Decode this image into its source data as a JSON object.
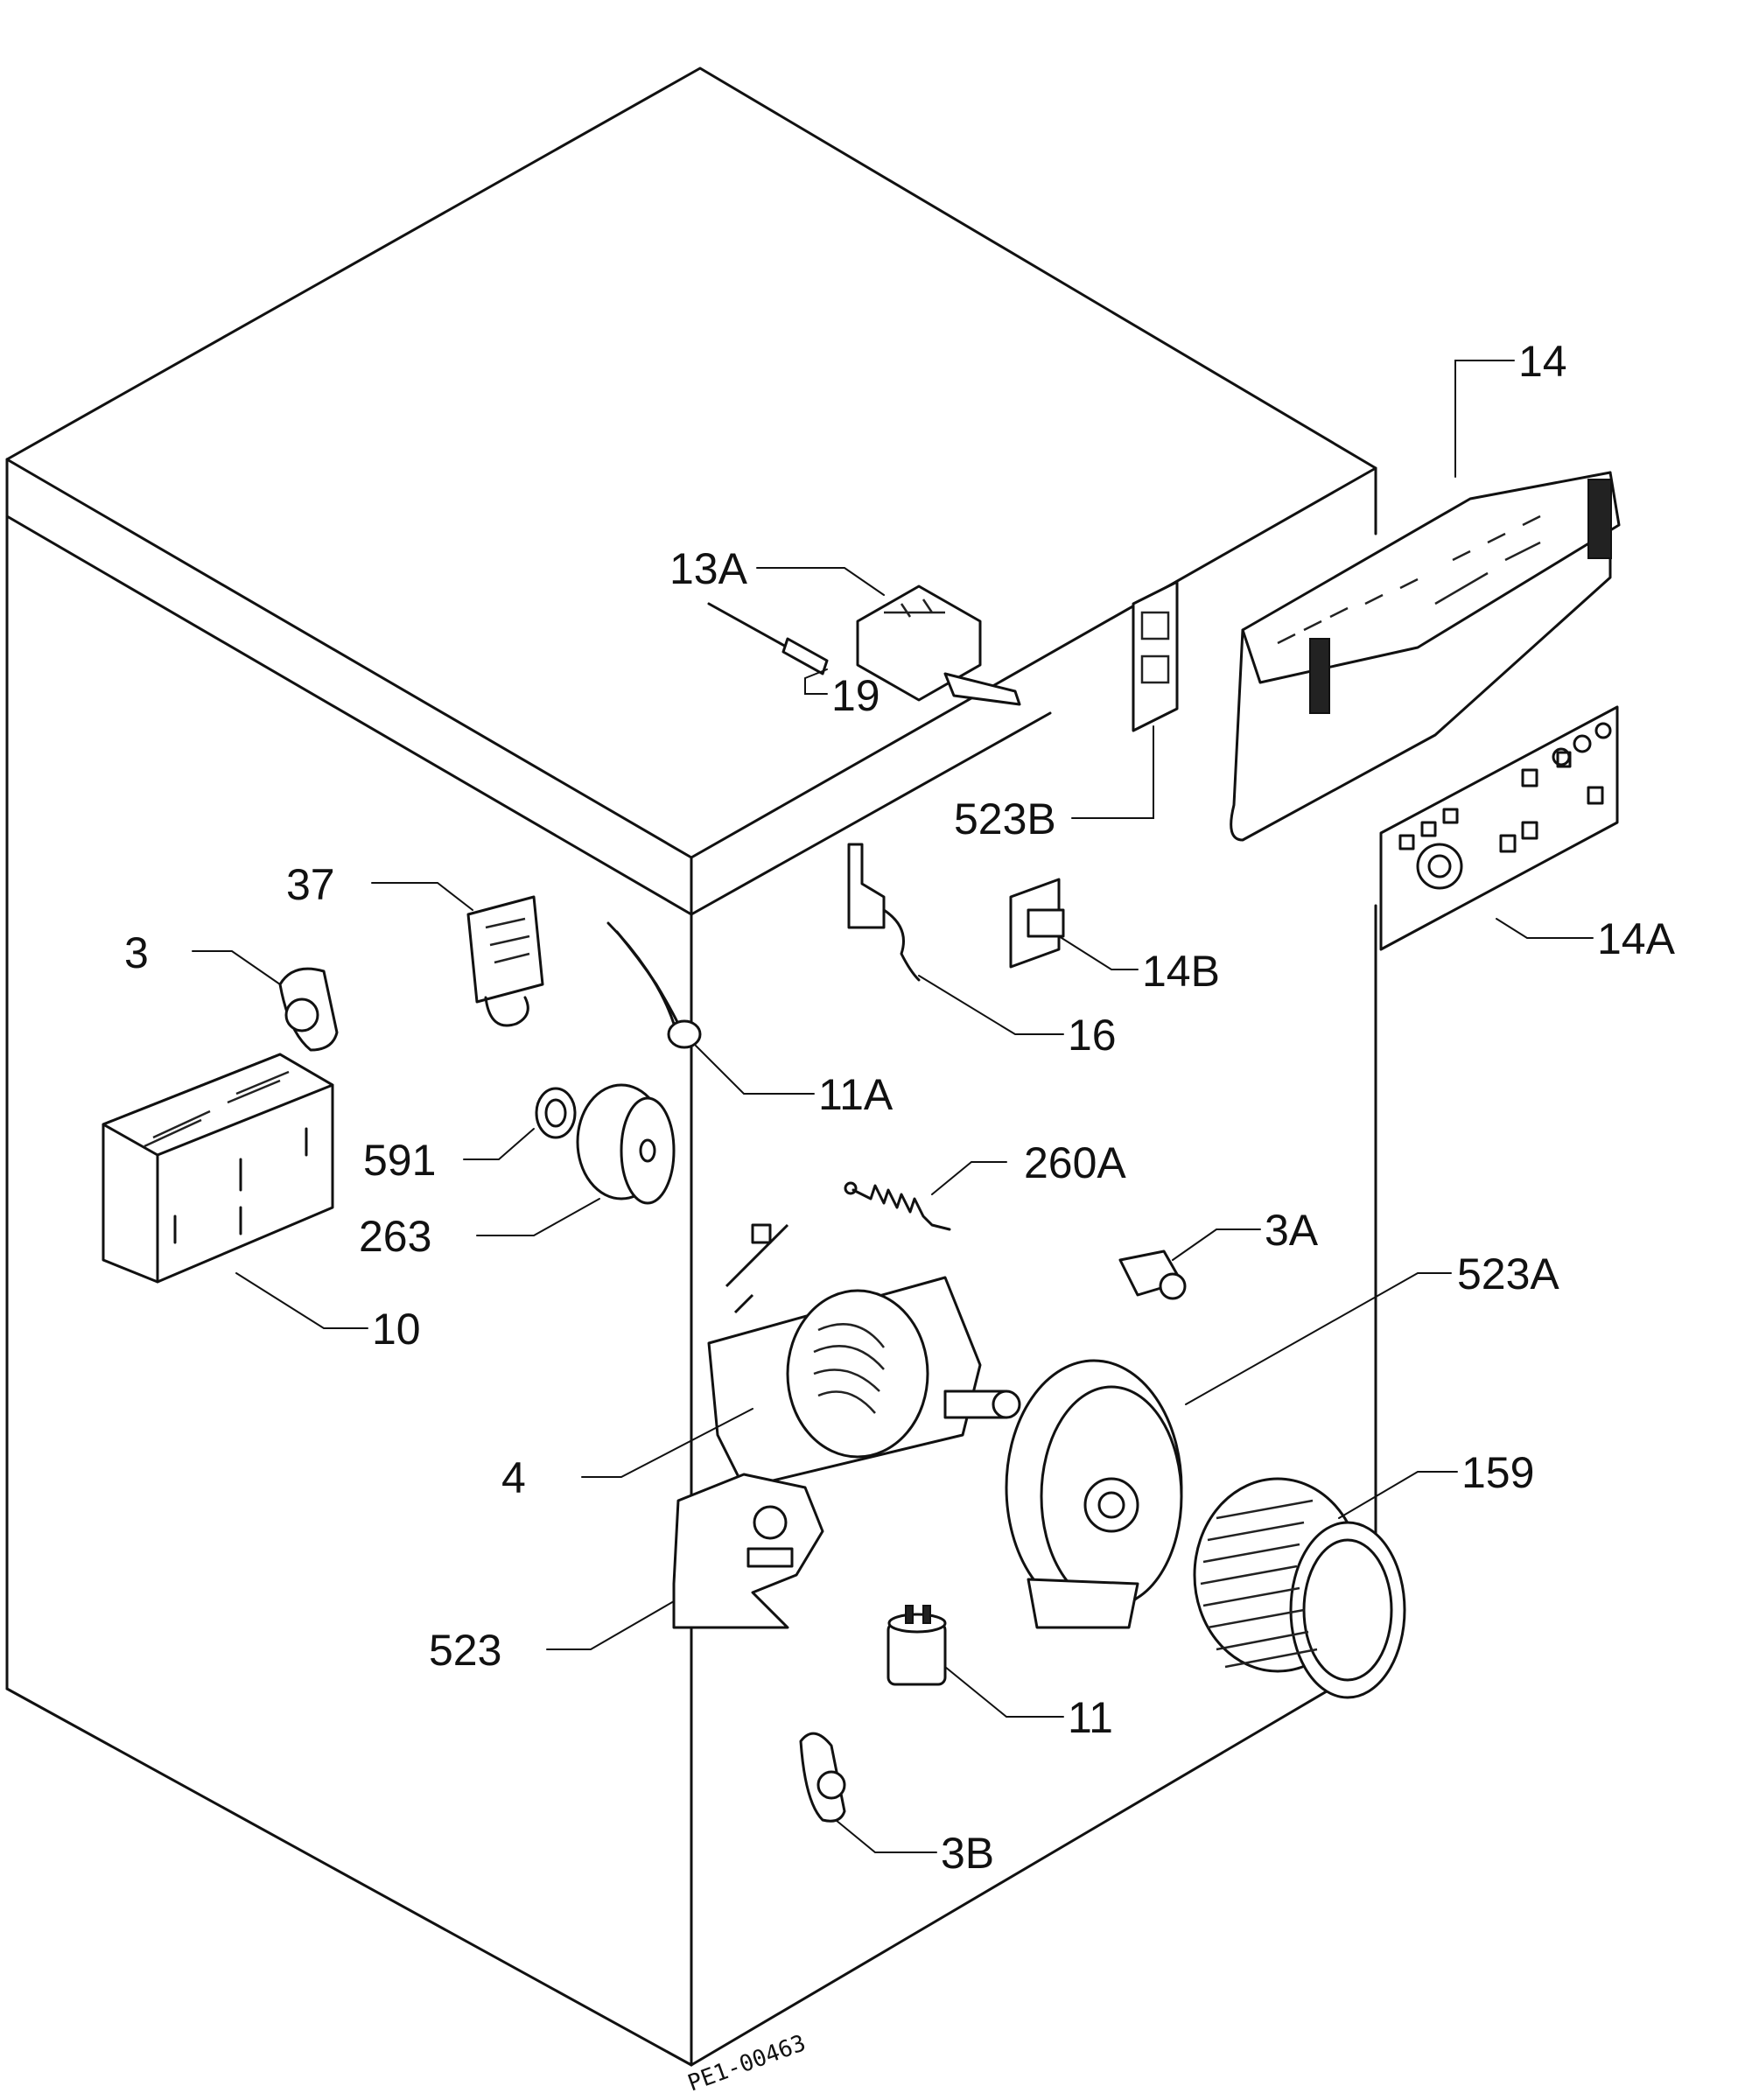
{
  "callouts": {
    "c14": "14",
    "c13a": "13A",
    "c19": "19",
    "c523b": "523B",
    "c37": "37",
    "c3": "3",
    "c14b": "14B",
    "c14a": "14A",
    "c16": "16",
    "c11a": "11A",
    "c591": "591",
    "c263": "263",
    "c260a": "260A",
    "c3a": "3A",
    "c523a": "523A",
    "c10": "10",
    "c4": "4",
    "c159": "159",
    "c523": "523",
    "c11": "11",
    "c3b": "3B"
  },
  "drawing_code": "PE1-00463"
}
